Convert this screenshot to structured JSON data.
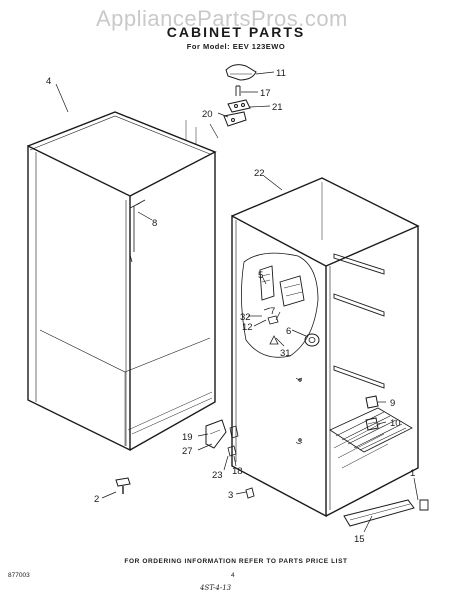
{
  "watermark": "AppliancePartsPros.com",
  "title": "CABINET PARTS",
  "model_line": "For Model: EEV 123EWO",
  "footer_note": "FOR ORDERING INFORMATION REFER TO PARTS PRICE LIST",
  "doc_number": "877003",
  "page_number": "4",
  "signature": "4ST-4-13",
  "callouts": {
    "c1": "1",
    "c2": "2",
    "c3": "3",
    "c4": "4",
    "c5": "5",
    "c6": "6",
    "c7": "7",
    "c8": "8",
    "c9": "9",
    "c10": "10",
    "c11": "11",
    "c12": "12",
    "c15": "15",
    "c17": "17",
    "c18": "18",
    "c19": "19",
    "c20": "20",
    "c21": "21",
    "c22": "22",
    "c23": "23",
    "c27": "27",
    "c31": "31",
    "c32": "32"
  }
}
